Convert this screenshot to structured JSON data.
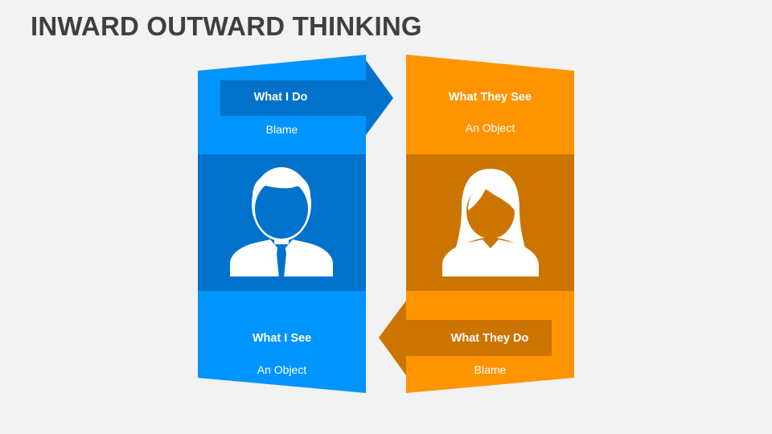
{
  "title": "INWARD OUTWARD THINKING",
  "colors": {
    "blue_light": "#0094ff",
    "blue_dark": "#0072cc",
    "orange_light": "#ff9400",
    "orange_dark": "#cc7400"
  },
  "left_panel": {
    "top_heading": "What I Do",
    "top_sub": "Blame",
    "bottom_heading": "What I See",
    "bottom_sub": "An Object",
    "icon": "man-avatar-icon"
  },
  "right_panel": {
    "top_heading": "What They See",
    "top_sub": "An Object",
    "bottom_heading": "What They Do",
    "bottom_sub": "Blame",
    "icon": "woman-avatar-icon"
  }
}
